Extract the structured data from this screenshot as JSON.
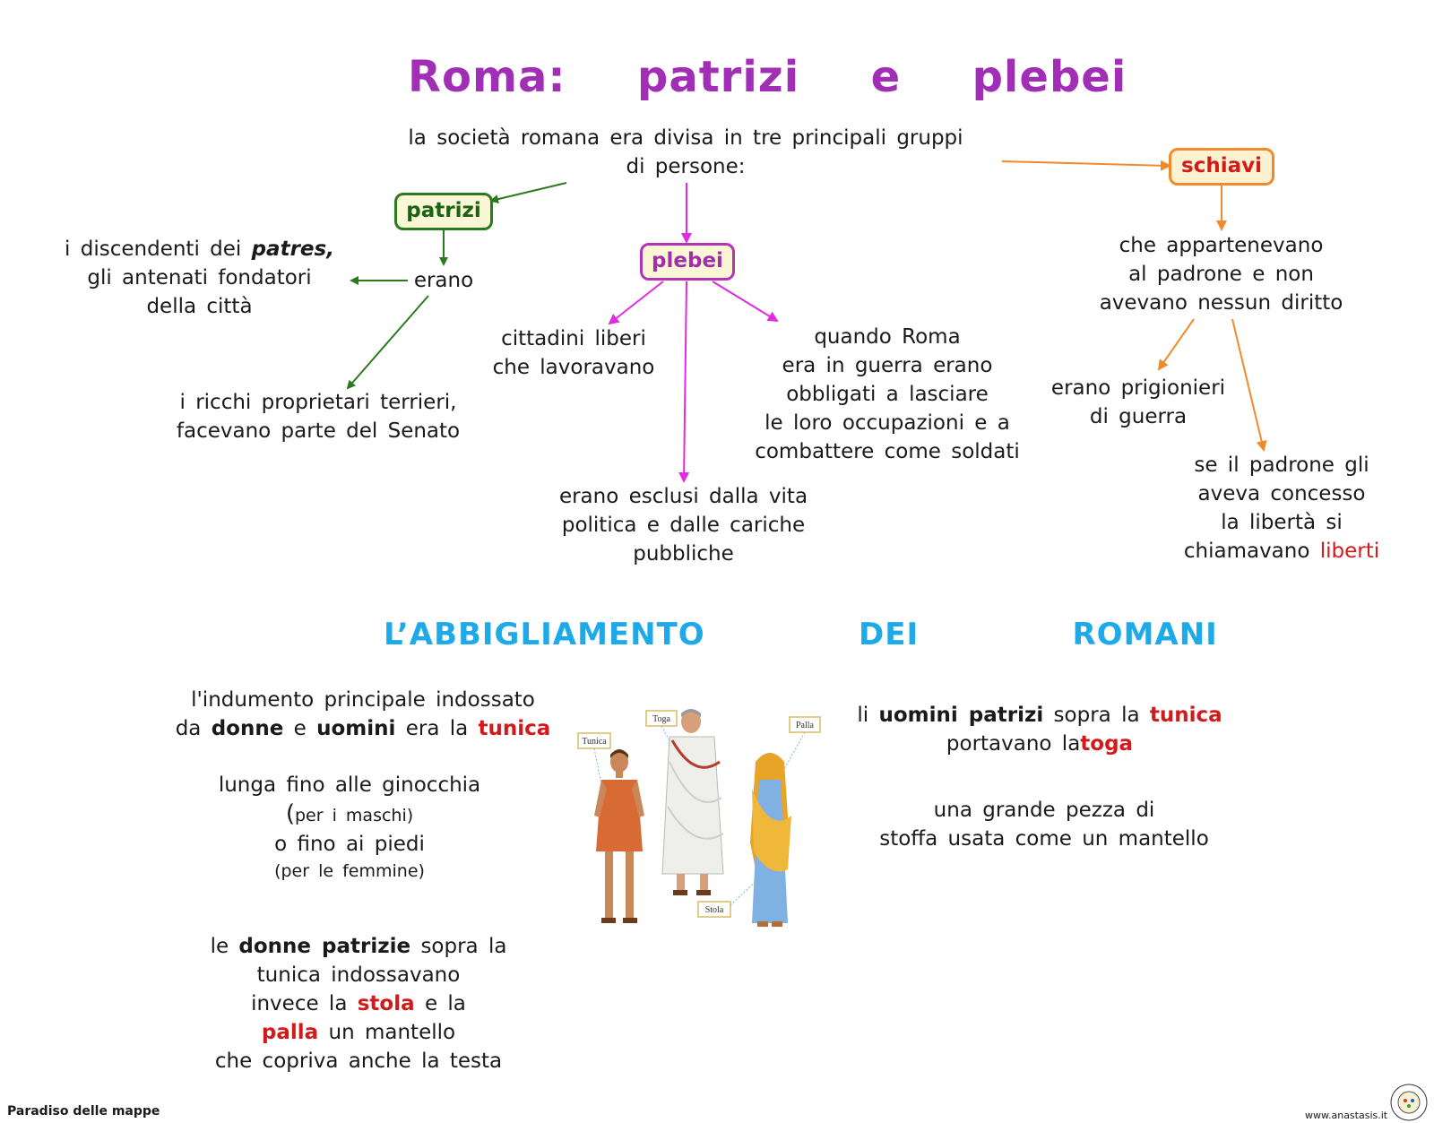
{
  "title": "Roma:  patrizi  e  plebei",
  "intro": [
    "la  società  romana  era  divisa  in  tre  principali  gruppi",
    "di  persone:"
  ],
  "patrizi": {
    "label": "patrizi",
    "erano": "erano",
    "def_prefix": "i  discendenti  dei",
    "def_bold": "patres,",
    "def_lines": [
      "gli  antenati  fondatori",
      "della  città"
    ],
    "rich": [
      "i  ricchi  proprietari  terrieri,",
      "facevano  parte  del  Senato"
    ]
  },
  "plebei": {
    "label": "plebei",
    "liberi": [
      "cittadini  liberi",
      "che  lavoravano"
    ],
    "esclusi": [
      "erano  esclusi  dalla  vita",
      "politica  e  dalle  cariche",
      "pubbliche"
    ],
    "guerra": [
      "quando  Roma",
      "era  in  guerra  erano",
      "obbligati  a  lasciare",
      "le  loro  occupazioni  e  a",
      "combattere  come  soldati"
    ]
  },
  "schiavi": {
    "label": "schiavi",
    "desc": [
      "che  appartenevano",
      "al  padrone  e  non",
      "avevano  nessun  diritto"
    ],
    "prigionieri": [
      "erano  prigionieri",
      "di  guerra"
    ],
    "liberti_lines": [
      "se  il  padrone  gli",
      "aveva  concesso",
      "la  libertà  si"
    ],
    "liberti_prefix": "chiamavano",
    "liberti_word": "liberti"
  },
  "clothing": {
    "title": "L’ABBIGLIAMENTO    DEI    ROMANI",
    "tunica_line1": "l'indumento  principale  indossato",
    "tunica_da": "da",
    "tunica_donne": "donne",
    "tunica_e": "e",
    "tunica_uomini": "uomini",
    "tunica_era": "era  la",
    "tunica_word": "tunica",
    "lunga": "lunga  fino  alle  ginocchia",
    "maschi_paren": "(",
    "maschi": "per  i  maschi)",
    "piedi": "o  fino  ai  piedi",
    "femmine": "(per  le  femmine)",
    "donne_le": "le",
    "donne_bold": "donne  patrizie",
    "donne_rest": "sopra  la",
    "donne_l2": "tunica  indossavano",
    "donne_l3a": "invece  la",
    "donne_stola": "stola",
    "donne_l3b": "e  la",
    "donne_palla": "palla",
    "donne_l4b": "un  mantello",
    "donne_l5": "che  copriva  anche  la  testa",
    "uomini_li": "li",
    "uomini_bold": "uomini  patrizi",
    "uomini_mid": "sopra  la",
    "uomini_tunica": "tunica",
    "uomini_l2a": "portavano  la",
    "uomini_toga": "toga",
    "pezza": [
      "una  grande  pezza  di",
      "stoffa  usata  come  un  mantello"
    ],
    "labels": {
      "tunica": "Tunica",
      "toga": "Toga",
      "palla": "Palla",
      "stola": "Stola"
    }
  },
  "footer": {
    "left": "Paradiso delle mappe",
    "right": "www.anastasis.it"
  },
  "colors": {
    "title": "#a12fb5",
    "subtitle": "#1eaae8",
    "patrizi": "#2b7a1e",
    "plebei": "#e02be0",
    "schiavi": "#f08a2a",
    "accent_red": "#d21a1a"
  }
}
